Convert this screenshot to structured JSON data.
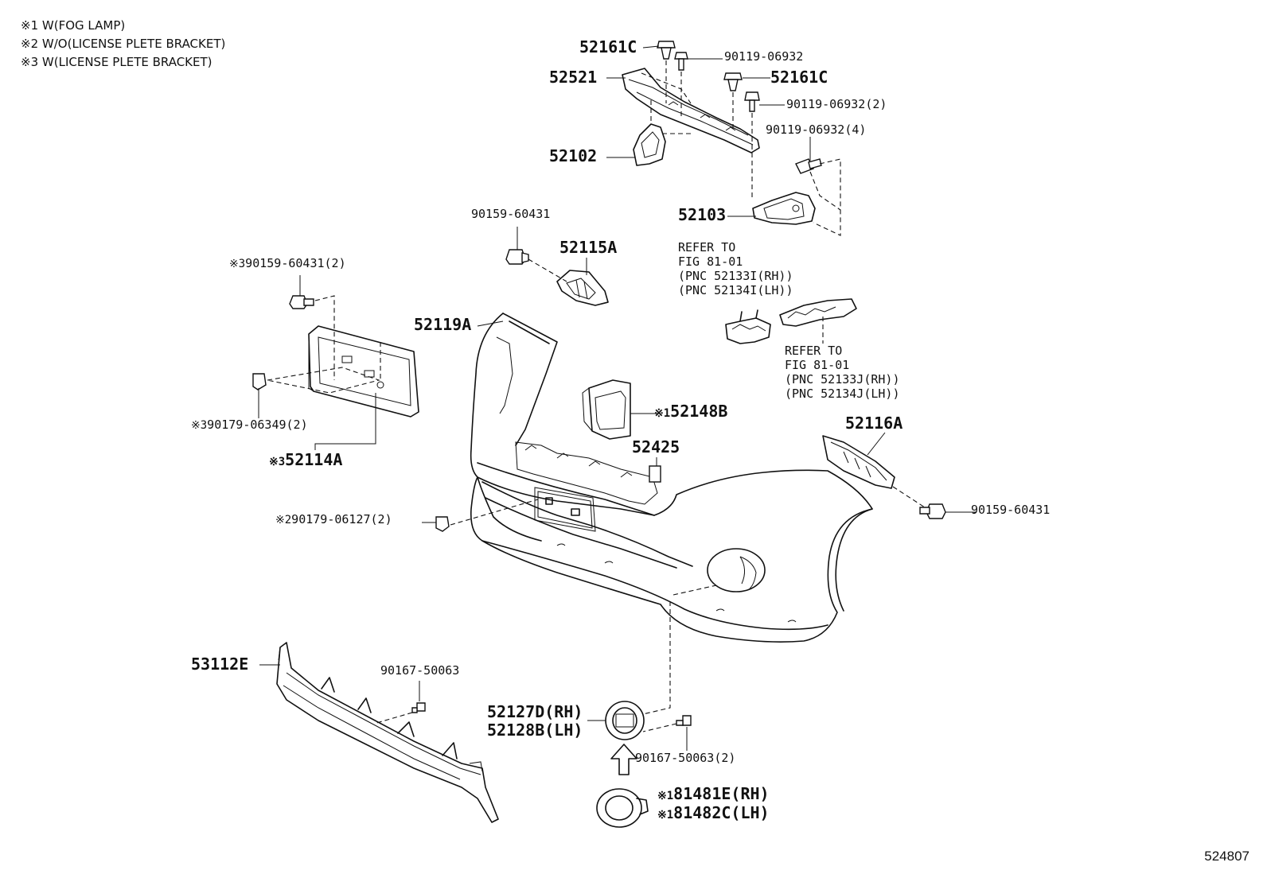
{
  "notes": [
    {
      "mark": "※1",
      "text": "W(FOG LAMP)"
    },
    {
      "mark": "※2",
      "text": "W/O(LICENSE PLETE BRACKET)"
    },
    {
      "mark": "※3",
      "text": "W(LICENSE PLETE BRACKET)"
    }
  ],
  "parts": [
    {
      "id": "p52161c_a",
      "mark": "",
      "number": "52161C"
    },
    {
      "id": "p90119_a",
      "mark": "",
      "number": "90119-06932"
    },
    {
      "id": "p52521",
      "mark": "",
      "number": "52521"
    },
    {
      "id": "p52161c_b",
      "mark": "",
      "number": "52161C"
    },
    {
      "id": "p90119_b",
      "mark": "",
      "number": "90119-06932(2)"
    },
    {
      "id": "p90119_c",
      "mark": "",
      "number": "90119-06932(4)"
    },
    {
      "id": "p52102",
      "mark": "",
      "number": "52102"
    },
    {
      "id": "p52103",
      "mark": "",
      "number": "52103"
    },
    {
      "id": "p90159_top",
      "mark": "",
      "number": "90159-60431"
    },
    {
      "id": "p52115a",
      "mark": "",
      "number": "52115A"
    },
    {
      "id": "p90159_left",
      "mark": "※3",
      "number": "90159-60431(2)"
    },
    {
      "id": "p52119a",
      "mark": "",
      "number": "52119A"
    },
    {
      "id": "p52148b",
      "mark": "※1",
      "number": "52148B"
    },
    {
      "id": "p52116a",
      "mark": "",
      "number": "52116A"
    },
    {
      "id": "p90179_06349",
      "mark": "※3",
      "number": "90179-06349(2)"
    },
    {
      "id": "p52114a",
      "mark": "※3",
      "number": "52114A"
    },
    {
      "id": "p52425",
      "mark": "",
      "number": "52425"
    },
    {
      "id": "p90159_right",
      "mark": "",
      "number": "90159-60431"
    },
    {
      "id": "p90179_06127",
      "mark": "※2",
      "number": "90179-06127(2)"
    },
    {
      "id": "p53112e",
      "mark": "",
      "number": "53112E"
    },
    {
      "id": "p90167_a",
      "mark": "",
      "number": "90167-50063"
    },
    {
      "id": "p52127d",
      "mark": "",
      "number": "52127D(RH)"
    },
    {
      "id": "p52128b",
      "mark": "",
      "number": "52128B(LH)"
    },
    {
      "id": "p90167_b",
      "mark": "",
      "number": "90167-50063(2)"
    },
    {
      "id": "p81481e",
      "mark": "※1",
      "number": "81481E(RH)"
    },
    {
      "id": "p81482c",
      "mark": "※1",
      "number": "81482C(LH)"
    }
  ],
  "refs": [
    {
      "lines": [
        "REFER TO",
        "FIG 81-01",
        "(PNC 52133I(RH))",
        "(PNC 52134I(LH))"
      ]
    },
    {
      "lines": [
        "REFER TO",
        "FIG 81-01",
        "(PNC 52133J(RH))",
        "(PNC 52134J(LH))"
      ]
    }
  ],
  "figure_id": "524807"
}
